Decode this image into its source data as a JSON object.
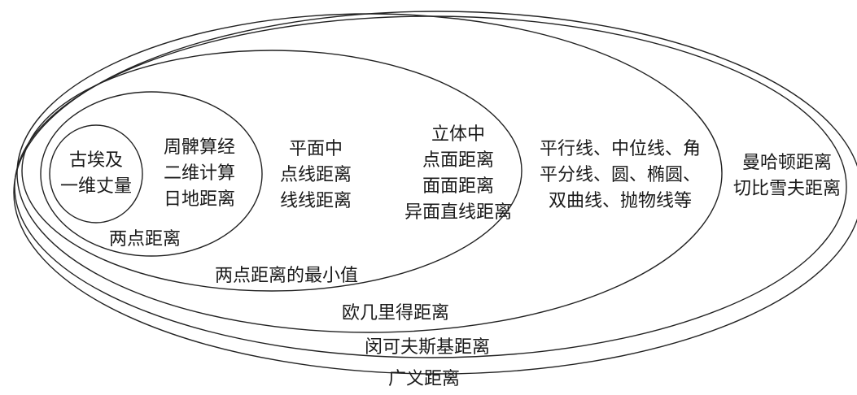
{
  "diagram": {
    "regions": [
      {
        "id": "ancient",
        "lines": [
          "古埃及",
          "一维丈量"
        ]
      },
      {
        "id": "zhoubi",
        "lines": [
          "周髀算经",
          "二维计算",
          "日地距离"
        ]
      },
      {
        "id": "two-point",
        "label": "两点距离"
      },
      {
        "id": "plane",
        "lines": [
          "平面中",
          "点线距离",
          "线线距离"
        ]
      },
      {
        "id": "solid",
        "lines": [
          "立体中",
          "点面距离",
          "面面距离",
          "异面直线距离"
        ]
      },
      {
        "id": "min-distance",
        "label": "两点距离的最小值"
      },
      {
        "id": "curves",
        "lines": [
          "平行线、中位线、角",
          "平分线、圆、椭圆、",
          "双曲线、抛物线等"
        ]
      },
      {
        "id": "euclidean",
        "label": "欧几里得距离"
      },
      {
        "id": "other-metrics",
        "lines": [
          "曼哈顿距离",
          "切比雪夫距离"
        ]
      },
      {
        "id": "minkowski",
        "label": "闵可夫斯基距离"
      },
      {
        "id": "generalized",
        "label": "广义距离"
      }
    ]
  }
}
